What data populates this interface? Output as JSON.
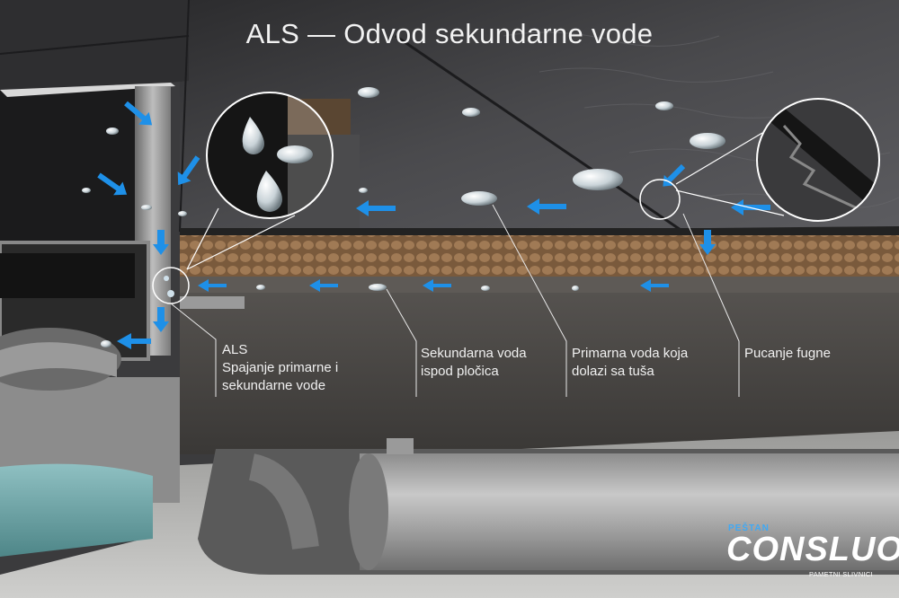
{
  "title": "ALS — Odvod sekundarne vode",
  "callouts": {
    "als": {
      "line1": "ALS",
      "line2": "Spajanje primarne i",
      "line3": "sekundarne vode"
    },
    "secondary_water": {
      "line1": "Sekundarna voda",
      "line2": "ispod pločica"
    },
    "primary_water": {
      "line1": "Primarna voda koja",
      "line2": "dolazi sa tuša"
    },
    "grout_crack": {
      "line1": "Pucanje fugne"
    }
  },
  "logo": {
    "top": "PEŠTAN",
    "main": "CONSLUO",
    "sub": "PAMETNI SLIVNICI"
  },
  "colors": {
    "arrow": "#1e90e8",
    "tile": "#3a3a3c",
    "adhesive": "#8a6a4a",
    "screed": "#4a4846",
    "water": "#6fa8ab"
  }
}
